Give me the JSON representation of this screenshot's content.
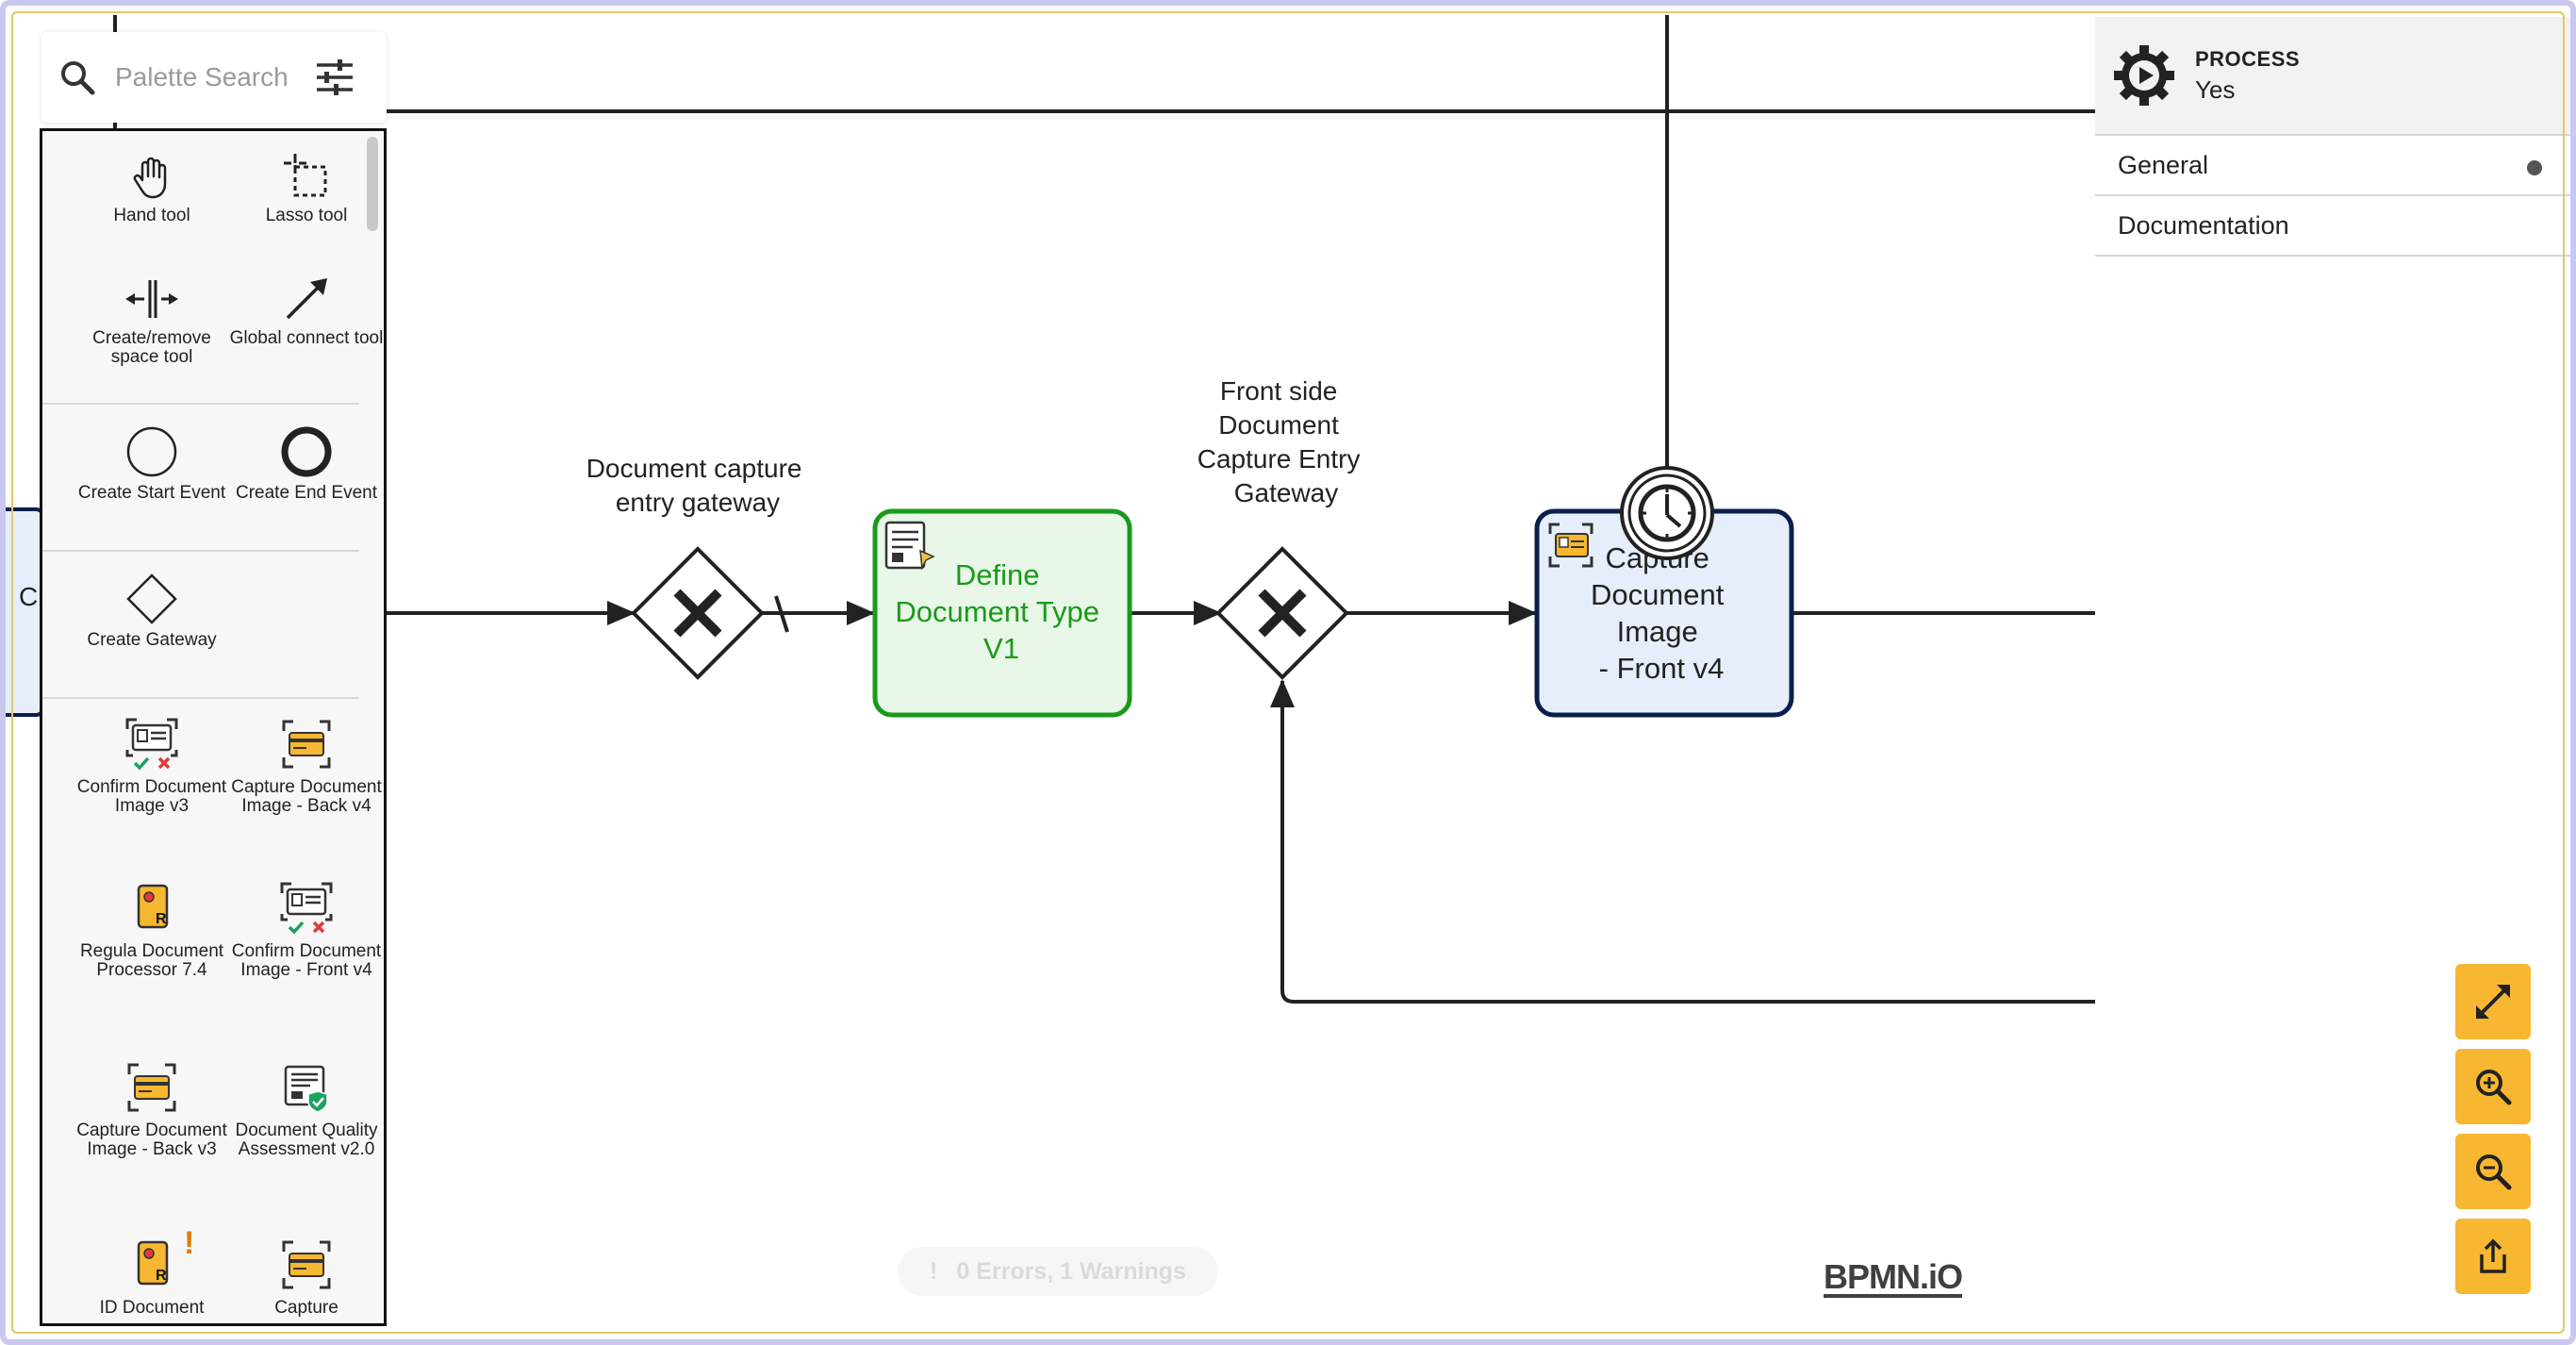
{
  "search": {
    "placeholder": "Palette Search"
  },
  "palette": {
    "tools": [
      {
        "label": "Hand tool",
        "icon": "hand-tool-icon"
      },
      {
        "label": "Lasso tool",
        "icon": "lasso-tool-icon"
      },
      {
        "label": "Create/remove space tool",
        "icon": "space-tool-icon"
      },
      {
        "label": "Global connect tool",
        "icon": "global-connect-icon"
      }
    ],
    "events": [
      {
        "label": "Create Start Event",
        "icon": "start-event-icon"
      },
      {
        "label": "Create End Event",
        "icon": "end-event-icon"
      }
    ],
    "gateways": [
      {
        "label": "Create Gateway",
        "icon": "gateway-icon"
      }
    ],
    "tasks": [
      {
        "label": "Confirm Document Image v3",
        "icon": "confirm-document-icon"
      },
      {
        "label": "Capture Document Image - Back v4",
        "icon": "capture-document-icon"
      },
      {
        "label": "Regula Document Processor 7.4",
        "icon": "regula-document-icon"
      },
      {
        "label": "Confirm Document Image - Front v4",
        "icon": "confirm-document-icon"
      },
      {
        "label": "Capture Document Image - Back v3",
        "icon": "capture-document-icon"
      },
      {
        "label": "Document Quality Assessment v2.0",
        "icon": "document-quality-icon"
      },
      {
        "label": "ID Document",
        "icon": "id-document-icon",
        "warning": "!"
      },
      {
        "label": "Capture",
        "icon": "capture-document-icon"
      }
    ]
  },
  "diagram": {
    "gateway_left_label": [
      "Document capture",
      "entry gateway"
    ],
    "gateway_right_label": [
      "Front side",
      "Document",
      "Capture Entry",
      "Gateway"
    ],
    "task_define_label": [
      "Define",
      "Document Type",
      "V1"
    ],
    "task_capture_label": [
      "Capture",
      "Document",
      "Image",
      "- Front v4"
    ],
    "left_partial_letter": "C",
    "colors": {
      "define_fill": "#e8f7e8",
      "define_stroke": "#1a9a1a",
      "define_text": "#1a9a1a",
      "capture_fill": "#e6eefb",
      "capture_stroke": "#0b1f4d"
    }
  },
  "properties": {
    "type": "PROCESS",
    "name": "Yes",
    "groups": [
      {
        "label": "General",
        "has_dot": true
      },
      {
        "label": "Documentation",
        "has_dot": false
      }
    ]
  },
  "controls": [
    {
      "name": "fullscreen-button",
      "icon": "expand-icon"
    },
    {
      "name": "zoom-in-button",
      "icon": "zoom-in-icon"
    },
    {
      "name": "zoom-out-button",
      "icon": "zoom-out-icon"
    },
    {
      "name": "export-button",
      "icon": "share-icon"
    }
  ],
  "lint": {
    "icon": "!",
    "text": "0 Errors, 1 Warnings"
  },
  "watermark": "BPMN.iO",
  "accent_color": "#f7b731"
}
